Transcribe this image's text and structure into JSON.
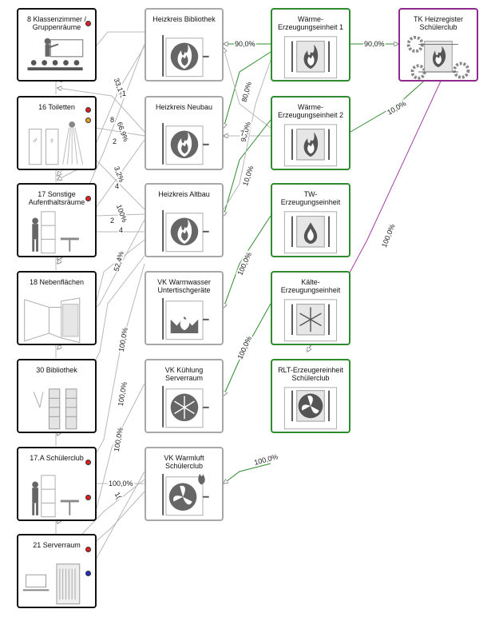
{
  "colors": {
    "room_border": "#111111",
    "circuit_border": "#a8a8a8",
    "generator_border": "#2e8b2e",
    "tk_border": "#8e2a8e",
    "wire_gray": "#b0b0b0",
    "wire_green": "#2e8b2e",
    "wire_purple": "#a040a0",
    "dot_red": "#e02020",
    "dot_orange": "#e8a020",
    "dot_blue": "#2030c0"
  },
  "rooms": [
    {
      "id": "r8",
      "label": "8 Klassenzimmer /\nGruppenräume",
      "icon": "classroom-icon",
      "dots": [
        "red"
      ]
    },
    {
      "id": "r16",
      "label": "16 Toiletten",
      "icon": "toilet-icon",
      "dots": [
        "red",
        "orange"
      ]
    },
    {
      "id": "r17",
      "label": "17 Sonstige\nAufenthaltsräume",
      "icon": "lounge-icon",
      "dots": [
        "red"
      ]
    },
    {
      "id": "r18",
      "label": "18 Nebenflächen",
      "icon": "corridor-icon",
      "dots": []
    },
    {
      "id": "r30",
      "label": "30 Bibliothek",
      "icon": "library-icon",
      "dots": []
    },
    {
      "id": "r17a",
      "label": "17.A Schülerclub",
      "icon": "club-icon",
      "dots": [
        "red",
        "red"
      ]
    },
    {
      "id": "r21",
      "label": "21 Serverraum",
      "icon": "server-room-icon",
      "dots": [
        "red",
        "blue"
      ]
    }
  ],
  "circuits": [
    {
      "id": "hb",
      "label": "Heizkreis Bibliothek",
      "icon": "heating-flame-icon"
    },
    {
      "id": "hn",
      "label": "Heizkreis Neubau",
      "icon": "heating-flame-icon"
    },
    {
      "id": "ha",
      "label": "Heizkreis Altbau",
      "icon": "heating-flame-icon"
    },
    {
      "id": "vw",
      "label": "VK Warmwasser\nUntertischgeräte",
      "icon": "hot-water-icon"
    },
    {
      "id": "vk",
      "label": "VK Kühlung\nServerraum",
      "icon": "cooling-snowflake-icon"
    },
    {
      "id": "vl",
      "label": "VK Warmluft\nSchülerclub",
      "icon": "warm-air-fan-icon"
    }
  ],
  "generators": [
    {
      "id": "w1",
      "label": "Wärme-\nErzeugungseinheit 1",
      "icon": "heat-generator-icon"
    },
    {
      "id": "w2",
      "label": "Wärme-\nErzeugungseinheit 2",
      "icon": "heat-generator-icon"
    },
    {
      "id": "tw",
      "label": "TW-\nErzeugungseinheit",
      "icon": "water-drops-icon"
    },
    {
      "id": "ka",
      "label": "Kälte-\nErzeugungseinheit",
      "icon": "snowflake-generator-icon"
    },
    {
      "id": "rlt",
      "label": "RLT-Erzeugereinheit\nSchülerclub",
      "icon": "ventilation-fan-icon"
    }
  ],
  "tk": {
    "id": "tk",
    "label": "TK Heizregister\nSchülerclub",
    "icon": "gear-flame-icon"
  },
  "edge_labels": [
    {
      "text": "90,0%"
    },
    {
      "text": "90,0%"
    },
    {
      "text": "10,0%"
    },
    {
      "text": "100,0%"
    },
    {
      "text": "80,0%"
    },
    {
      "text": "90,0%"
    },
    {
      "text": "10,0%"
    },
    {
      "text": "7"
    },
    {
      "text": "100,0%"
    },
    {
      "text": "100,0%"
    },
    {
      "text": "100,0%"
    },
    {
      "text": "33,1%"
    },
    {
      "text": "1"
    },
    {
      "text": "8"
    },
    {
      "text": "66,9%"
    },
    {
      "text": "2"
    },
    {
      "text": "3,2%"
    },
    {
      "text": "4"
    },
    {
      "text": "2"
    },
    {
      "text": "100%"
    },
    {
      "text": "4"
    },
    {
      "text": "52,4%"
    },
    {
      "text": "100,0%"
    },
    {
      "text": "100,0%"
    },
    {
      "text": "100,0%"
    },
    {
      "text": "100,0%"
    },
    {
      "text": "1("
    }
  ]
}
